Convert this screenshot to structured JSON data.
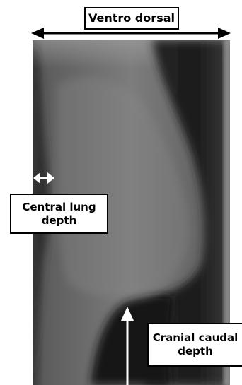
{
  "labels": {
    "title": "Ventro dorsal",
    "central_line1": "Central lung",
    "central_line2": "depth",
    "cranial_line1": "Cranial caudal",
    "cranial_line2": "depth"
  },
  "colors": {
    "background": "#ffffff",
    "scan_dark": "#121212",
    "scan_mid": "#5a5a5a",
    "scan_light": "#8c8c8c",
    "annotation": "#000000",
    "arrow_white": "#ffffff"
  }
}
